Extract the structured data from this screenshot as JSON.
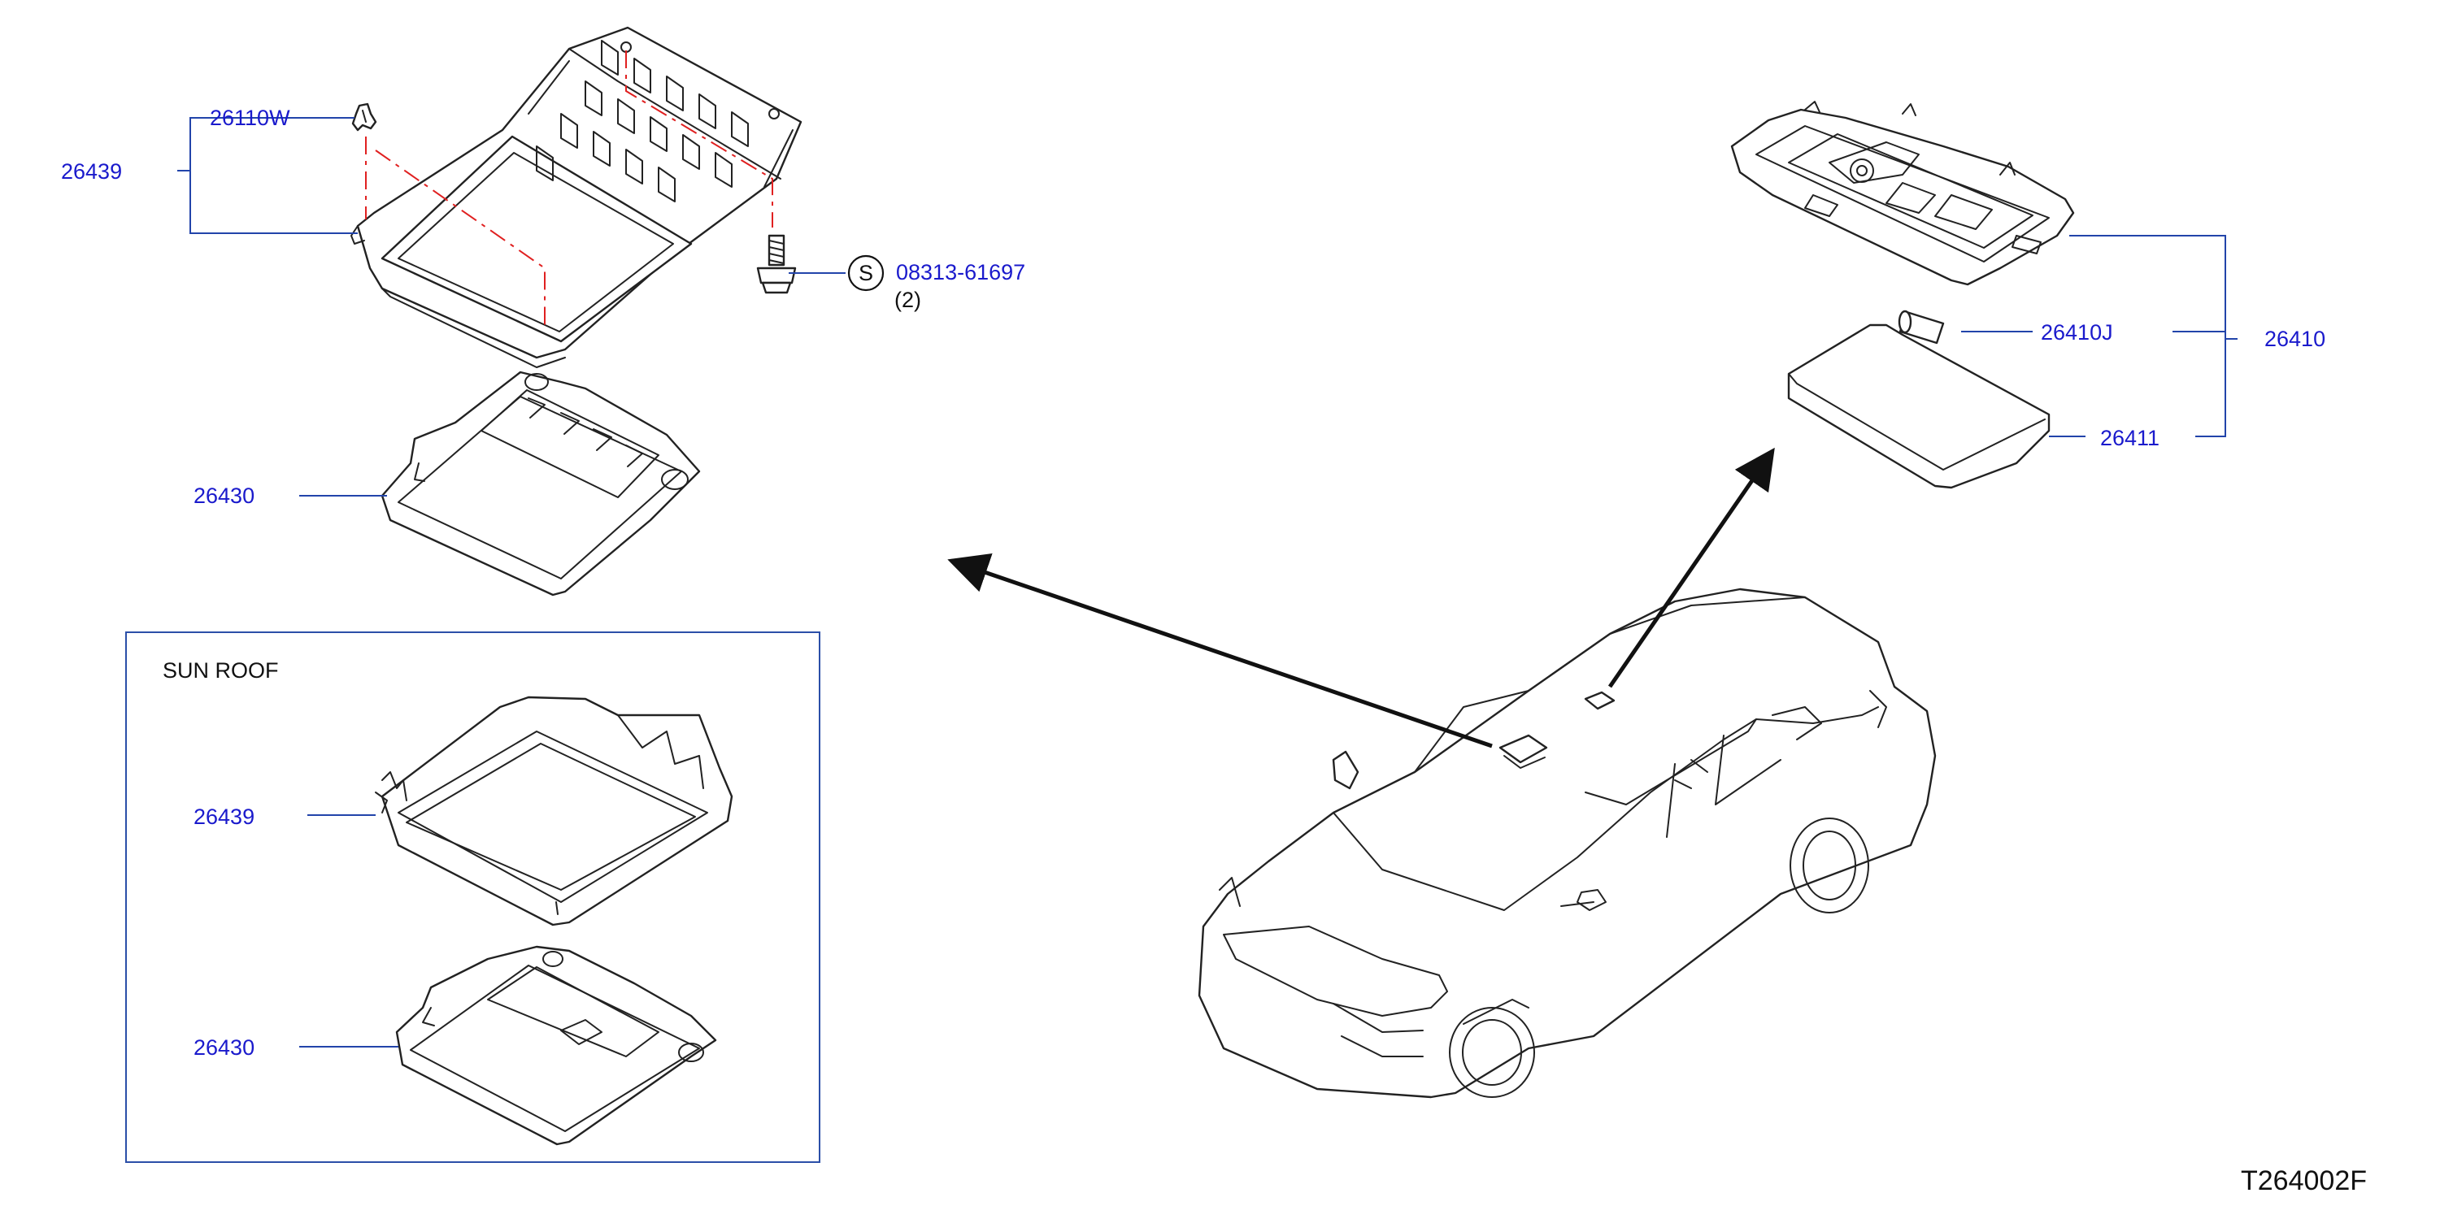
{
  "colors": {
    "label": "#1a1acc",
    "leader": "#2244aa",
    "frame": "#2b4fa8",
    "centerline": "#e02020",
    "art": "#222222"
  },
  "labels": {
    "p26110W": "26110W",
    "p26439_top": "26439",
    "p26430_top": "26430",
    "screw_symbol": "S",
    "p08313": "08313-61697",
    "qty": "(2)",
    "p26410J": "26410J",
    "p26410": "26410",
    "p26411": "26411",
    "sunroof_title": "SUN   ROOF",
    "p26439_sr": "26439",
    "p26430_sr": "26430",
    "figure_code": "T264002F"
  }
}
